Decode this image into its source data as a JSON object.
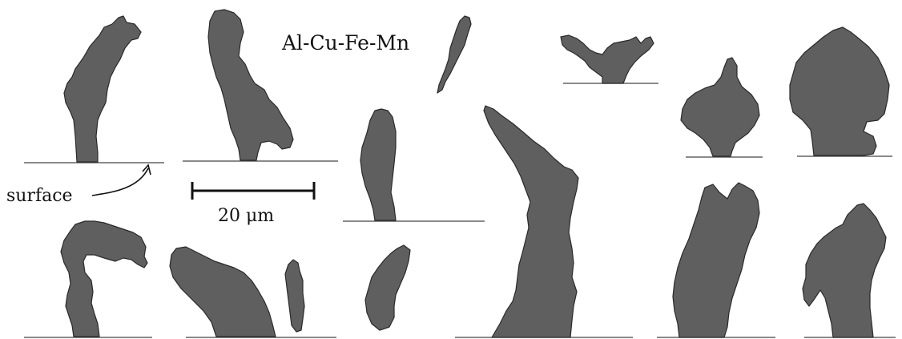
{
  "figure": {
    "title": "Al-Cu-Fe-Mn",
    "surface_label": "surface",
    "scale_bar_label": "20 μm",
    "particle_color": "#5f5f5f",
    "outline_color": "#2a2a2a"
  }
}
